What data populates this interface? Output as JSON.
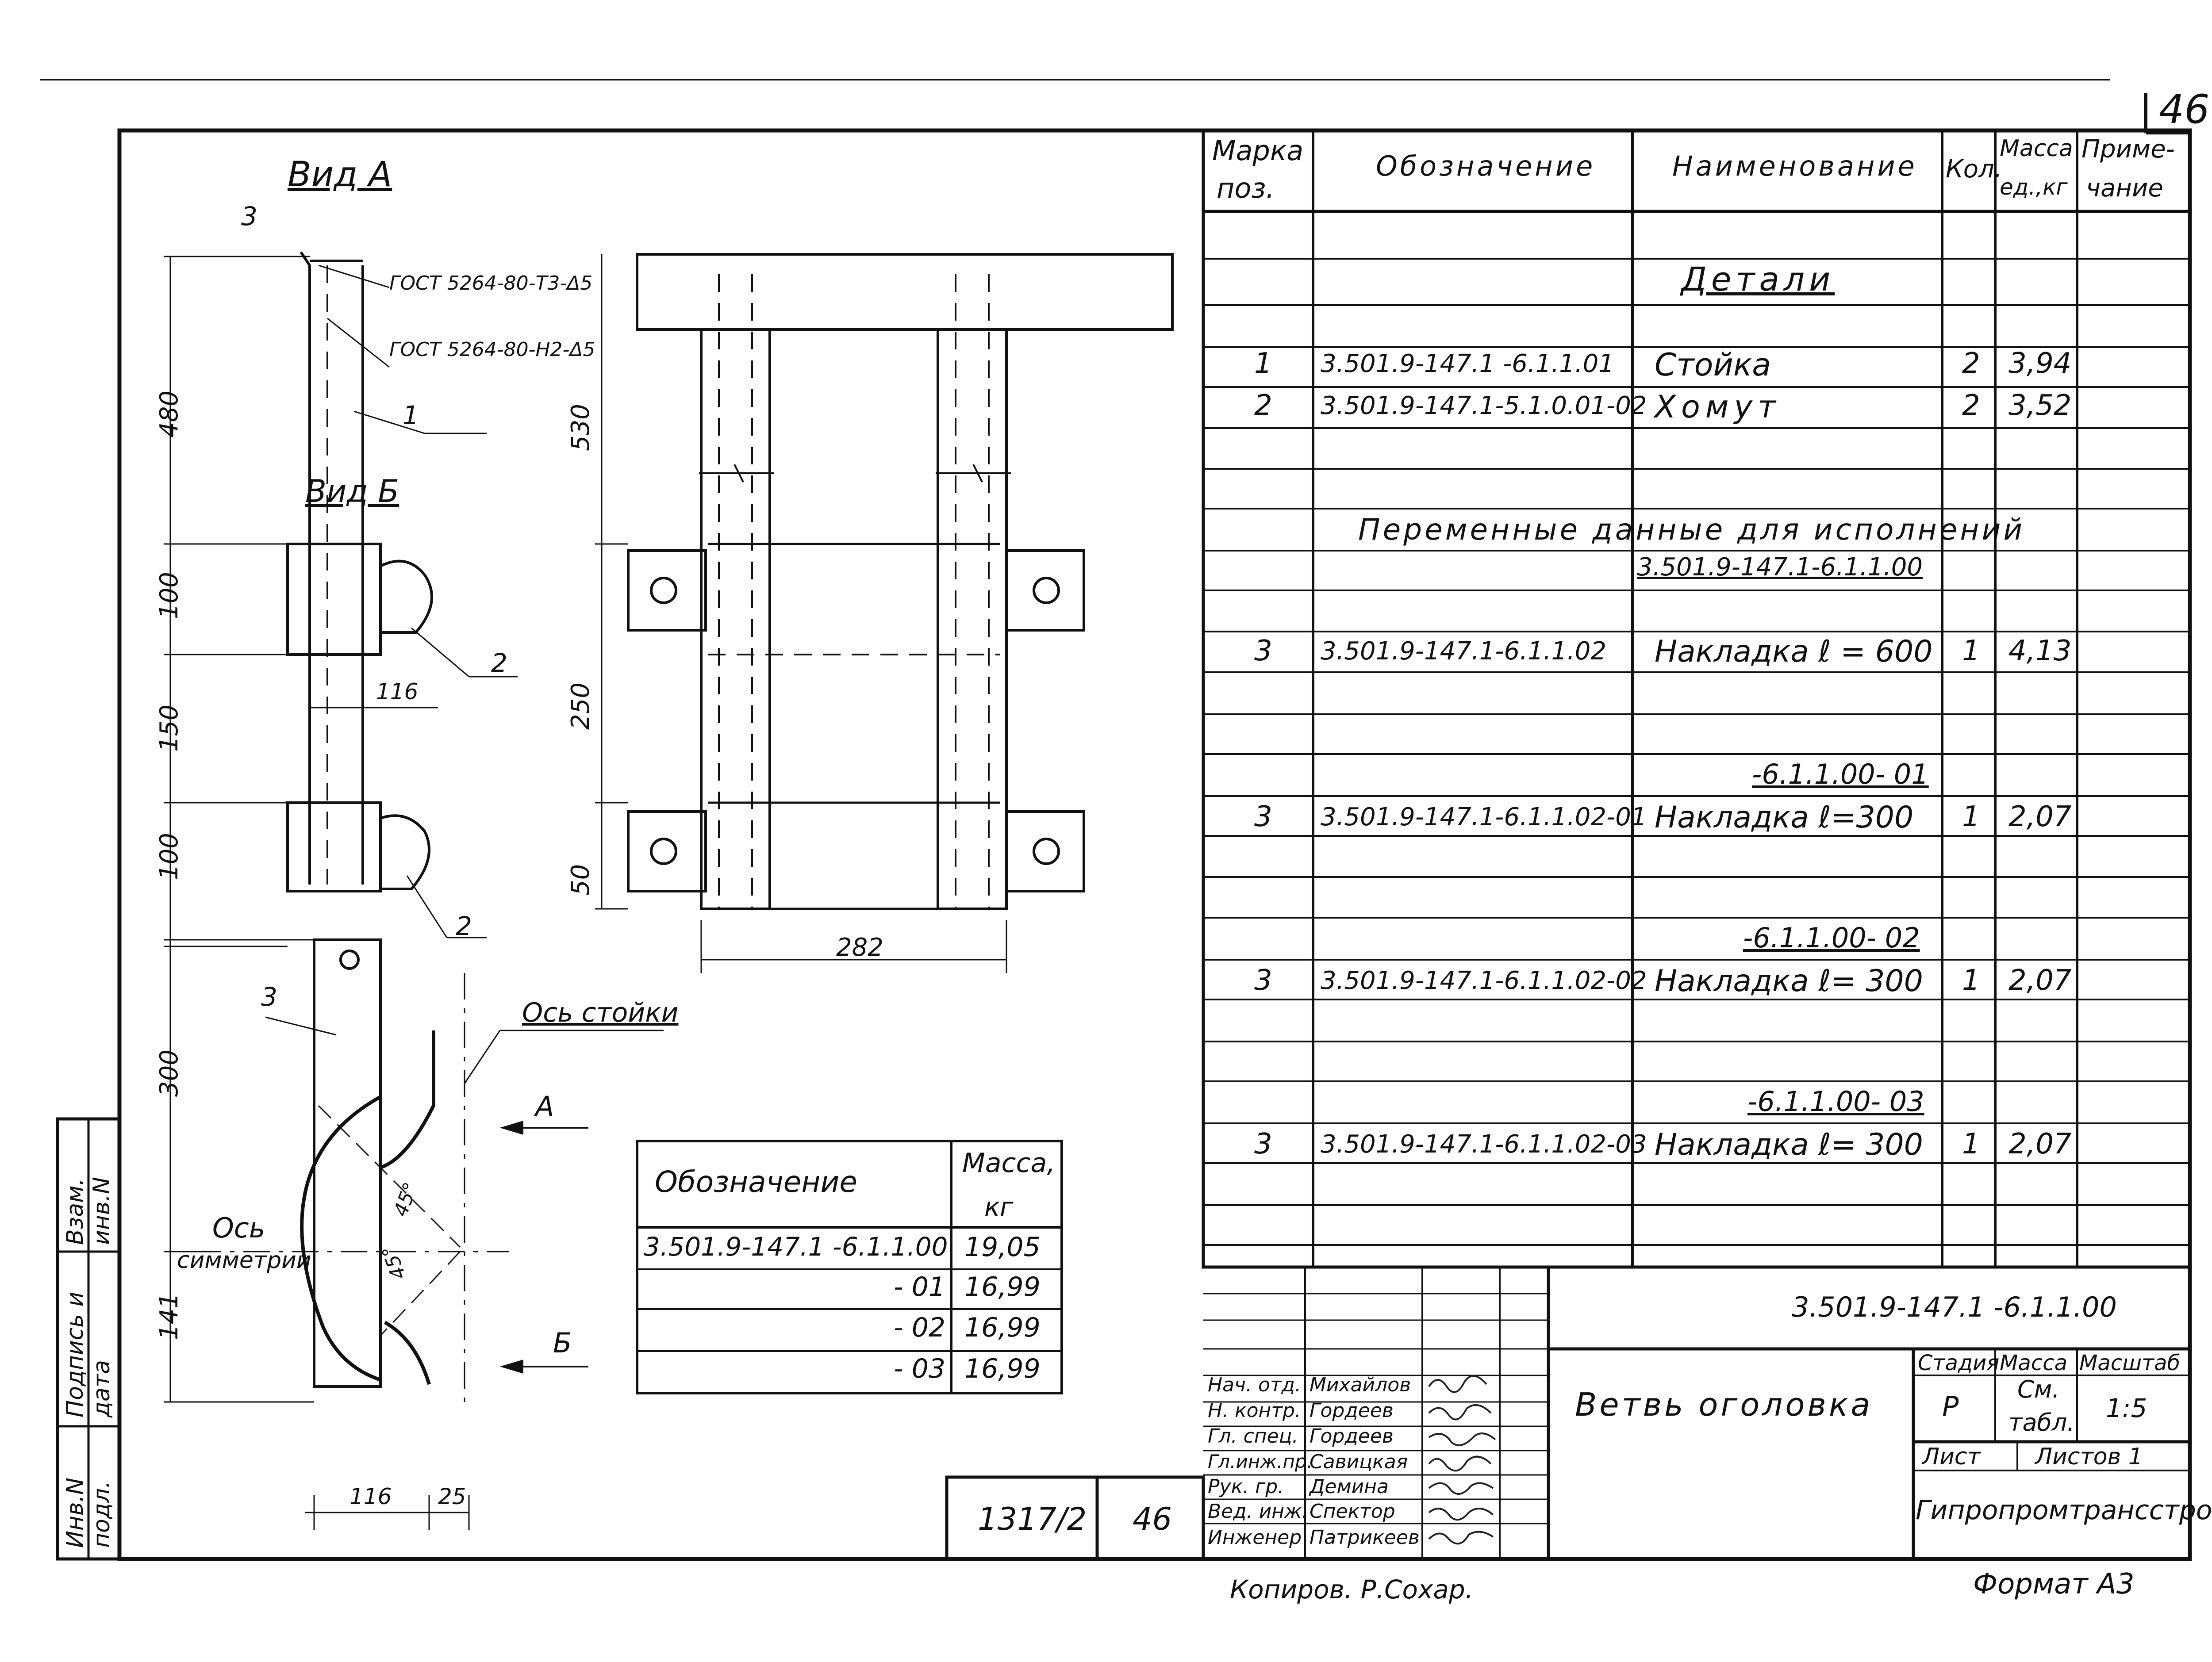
{
  "sheet": {
    "sheet_number_corner": "46",
    "copied_by": "Копиров. Р.Сохар.",
    "format": "Формат А3",
    "archive_number": "1317/2",
    "archive_sheet": "46"
  },
  "side_stamp": {
    "cells": [
      "Инв.N подл.",
      "Подпись и дата",
      "Взам. инв.N"
    ]
  },
  "drawing": {
    "view_a": "Вид А",
    "view_b": "Вид Б",
    "gost_1": "ГОСТ 5264-80-Т3-Δ5",
    "gost_2": "ГОСТ 5264-80-Н2-Δ5",
    "pos_1": "1",
    "pos_2a": "2",
    "pos_2b": "2",
    "pos_3a": "3",
    "pos_3b": "3",
    "dim_480": "480",
    "dim_100a": "100",
    "dim_150": "150",
    "dim_100b": "100",
    "dim_116a": "116",
    "dim_530": "530",
    "dim_250": "250",
    "dim_50": "50",
    "dim_282": "282",
    "dim_300": "300",
    "dim_141": "141",
    "dim_116b": "116",
    "dim_25": "25",
    "angle_1": "45°",
    "angle_2": "45°",
    "axis_post": "Ось стойки",
    "axis_sym_1": "Ось",
    "axis_sym_2": "симметрии",
    "arrow_a": "А",
    "arrow_b": "Б"
  },
  "mass_table": {
    "header_designation": "Обозначение",
    "header_mass_1": "Масса,",
    "header_mass_2": "кг",
    "rows": [
      {
        "designation": "3.501.9-147.1 -6.1.1.00",
        "mass": "19,05"
      },
      {
        "designation": "- 01",
        "mass": "16,99"
      },
      {
        "designation": "- 02",
        "mass": "16,99"
      },
      {
        "designation": "- 03",
        "mass": "16,99"
      }
    ]
  },
  "spec": {
    "headers": {
      "mark_1": "Марка",
      "mark_2": "поз.",
      "designation": "Обозначение",
      "name": "Наименование",
      "qty": "Кол.",
      "mass_1": "Масса",
      "mass_2": "ед.,кг",
      "note_1": "Приме-",
      "note_2": "чание"
    },
    "section_details": "Детали",
    "variable_title": "Переменные данные для исполнений",
    "variable_sub": "3.501.9-147.1-6.1.1.00",
    "sub_01": "-6.1.1.00- 01",
    "sub_02": "-6.1.1.00- 02",
    "sub_03": "-6.1.1.00- 03",
    "rows": [
      {
        "mark": "1",
        "designation": "3.501.9-147.1 -6.1.1.01",
        "name": "Стойка",
        "qty": "2",
        "mass": "3,94"
      },
      {
        "mark": "2",
        "designation": "3.501.9-147.1-5.1.0.01-02",
        "name": "Хомут",
        "qty": "2",
        "mass": "3,52"
      },
      {
        "mark": "3",
        "designation": "3.501.9-147.1-6.1.1.02",
        "name": "Накладка  ℓ = 600",
        "qty": "1",
        "mass": "4,13"
      },
      {
        "mark": "3",
        "designation": "3.501.9-147.1-6.1.1.02-01",
        "name": "Накладка  ℓ=300",
        "qty": "1",
        "mass": "2,07"
      },
      {
        "mark": "3",
        "designation": "3.501.9-147.1-6.1.1.02-02",
        "name": "Накладка  ℓ= 300",
        "qty": "1",
        "mass": "2,07"
      },
      {
        "mark": "3",
        "designation": "3.501.9-147.1-6.1.1.02-03",
        "name": "Накладка  ℓ= 300",
        "qty": "1",
        "mass": "2,07"
      }
    ]
  },
  "title_block": {
    "doc_code": "3.501.9-147.1 -6.1.1.00",
    "title": "Ветвь оголовка",
    "stage_label": "Стадия",
    "mass_label": "Масса",
    "scale_label": "Масштаб",
    "stage": "Р",
    "mass_1": "См.",
    "mass_2": "табл.",
    "scale": "1:5",
    "sheet_label": "Лист",
    "sheets_label": "Листов 1",
    "organization": "Гипропромтрансстрой",
    "people": [
      {
        "role": "Нач. отд.",
        "name": "Михайлов"
      },
      {
        "role": "Н. контр.",
        "name": "Гордеев"
      },
      {
        "role": "Гл. спец.",
        "name": "Гордеев"
      },
      {
        "role": "Гл.инж.пр.",
        "name": "Савицкая"
      },
      {
        "role": "Рук. гр.",
        "name": "Демина"
      },
      {
        "role": "Вед. инж.",
        "name": "Спектор"
      },
      {
        "role": "Инженер",
        "name": "Патрикеев"
      }
    ]
  }
}
